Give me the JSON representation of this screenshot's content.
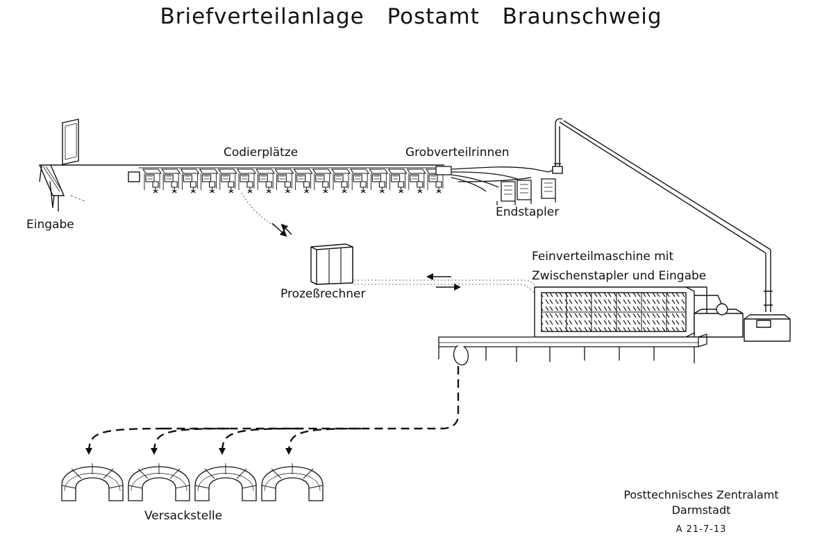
{
  "title": "Briefverteilanlage Postamt Braunschweig",
  "labels": {
    "codierplaetze": "Codierplätze",
    "grobverteilrinnen": "Grobverteilrinnen",
    "eingabe": "Eingabe",
    "endstapler": "Endstapler",
    "feinverteil_line1": "Feinverteilmaschine mit",
    "feinverteil_line2": "Zwischenstapler und Eingabe",
    "prozessrechner": "Prozeßrechner",
    "versackstelle": "Versackstelle"
  },
  "footer": {
    "organization_line1": "Posttechnisches Zentralamt",
    "organization_line2": "Darmstadt",
    "reference": "A 21-7-13"
  },
  "coding_station_count": 16,
  "bagging_station_count": 4
}
